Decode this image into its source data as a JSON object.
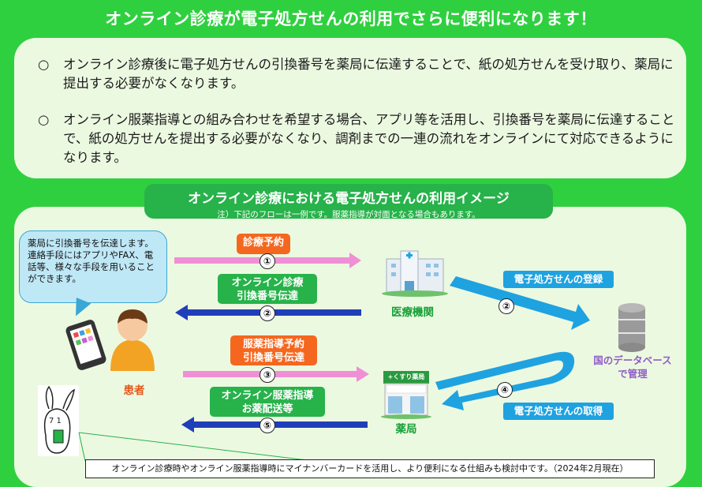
{
  "header": {
    "title": "オンライン診療が電子処方せんの利用でさらに便利になります！"
  },
  "intro": {
    "bullet_mark": "○",
    "bullets": [
      "オンライン診療後に電子処方せんの引換番号を薬局に伝達することで、紙の処方せんを受け取り、薬局に提出する必要がなくなります。",
      "オンライン服薬指導との組み合わせを希望する場合、アプリ等を活用し、引換番号を薬局に伝達することで、紙の処方せんを提出する必要がなくなり、調剤までの一連の流れをオンラインにて対応できるようになります。"
    ]
  },
  "diagram": {
    "title": "オンライン診療における電子処方せんの利用イメージ",
    "note": "注）下記のフローは一例です。服薬指導が対面となる場合もあります。",
    "bubble_text": "薬局に引換番号を伝達します。連絡手段にはアプリやFAX、電話等、様々な手段を用いることができます。",
    "patient_label": "患者",
    "hospital_label": "医療機関",
    "pharmacy_label": "薬局",
    "pharmacy_sign": "+くすり薬局",
    "database_label_1": "国のデータベース",
    "database_label_2": "で管理",
    "steps": {
      "s1": {
        "num": "①",
        "line1": "診療予約"
      },
      "s2": {
        "num": "②",
        "line1": "オンライン診療",
        "line2": "引換番号伝達"
      },
      "s3": {
        "num": "③",
        "line1": "服薬指導予約",
        "line2": "引換番号伝達"
      },
      "s4": {
        "num": "④"
      },
      "s5": {
        "num": "⑤",
        "line1": "オンライン服薬指導",
        "line2": "お薬配送等"
      },
      "db2": {
        "num": "②"
      }
    },
    "register_label": "電子処方せんの登録",
    "retrieve_label": "電子処方せんの取得",
    "footnote": "オンライン診療時やオンライン服薬指導時にマイナンバーカードを活用し、より便利になる仕組みも検討中です。（2024年2月現在）"
  },
  "colors": {
    "background": "#2fd03f",
    "panel": "#ecf9e1",
    "title_green": "#27b24a",
    "orange": "#f5671f",
    "pink_arrow": "#f08fd6",
    "blue_arrow": "#1f3fb8",
    "cyan": "#1fa2e0",
    "purple": "#8f5ec6"
  },
  "icons": [
    "hospital-icon",
    "pharmacy-icon",
    "database-icon",
    "smartphone-icon",
    "patient-icon",
    "rabbit-mascot-icon"
  ]
}
